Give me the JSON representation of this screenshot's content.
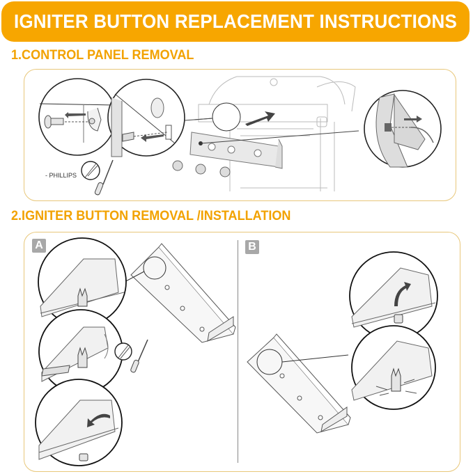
{
  "banner": {
    "title": "IGNITER BUTTON REPLACEMENT INSTRUCTIONS",
    "color": "#f7a600"
  },
  "sections": [
    {
      "heading": "1.CONTROL PANEL REMOVAL",
      "tool_label": "- PHILLIPS",
      "figures": [
        "screw-removal-detail",
        "panel-clip-detail",
        "grill-control-panel-overview",
        "igniter-wire-disconnect-detail"
      ]
    },
    {
      "heading": "2.IGNITER BUTTON REMOVAL /INSTALLATION",
      "steps": [
        {
          "badge": "A",
          "figures": [
            "igniter-button-in-panel",
            "flathead-pry-detail",
            "button-removed-detail",
            "control-panel-underside"
          ]
        },
        {
          "badge": "B",
          "figures": [
            "control-panel-underside",
            "button-insert-detail",
            "button-snap-in-detail"
          ]
        }
      ]
    }
  ],
  "colors": {
    "heading": "#f2a200",
    "panel_border": "#e8c77a",
    "badge": "#a8a8a8"
  }
}
